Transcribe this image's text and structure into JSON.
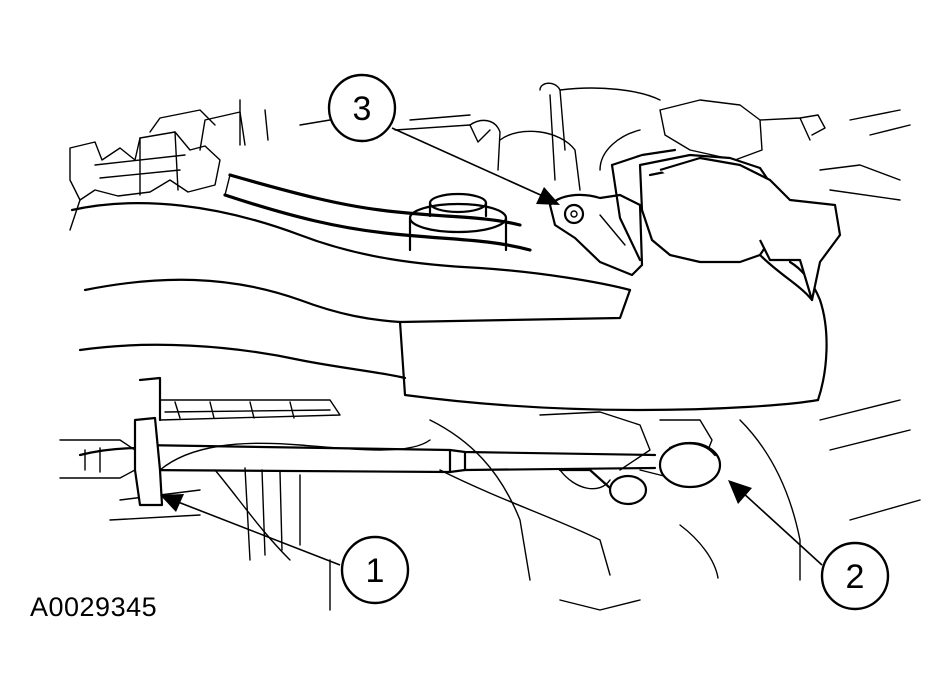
{
  "figure": {
    "id_label": "A0029345",
    "callouts": [
      {
        "number": "1"
      },
      {
        "number": "2"
      },
      {
        "number": "3"
      }
    ]
  }
}
